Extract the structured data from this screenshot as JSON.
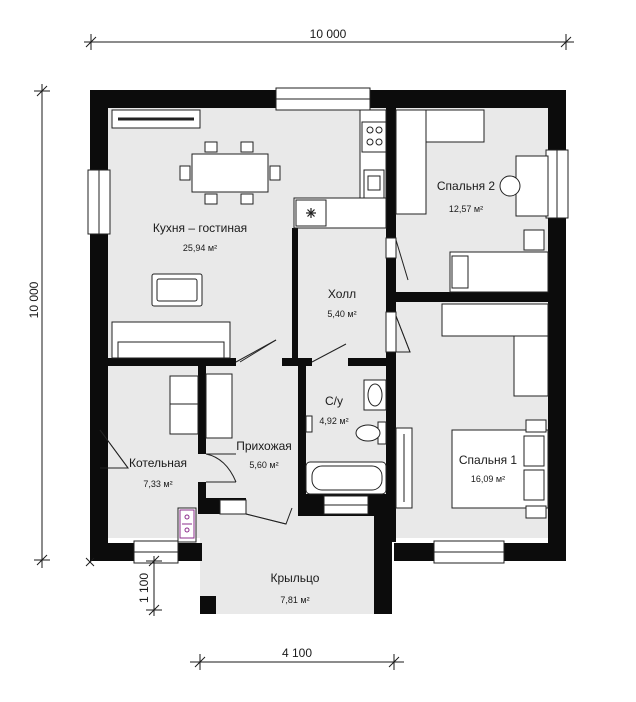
{
  "dimensions": {
    "top_width": "10 000",
    "left_height": "10 000",
    "bottom_width": "4 100",
    "porch_depth": "1 100"
  },
  "rooms": {
    "kitchen": {
      "name": "Кухня – гостиная",
      "area": "25,94 м²"
    },
    "bedroom2": {
      "name": "Спальня 2",
      "area": "12,57 м²"
    },
    "hall": {
      "name": "Холл",
      "area": "5,40 м²"
    },
    "bathroom": {
      "name": "С/у",
      "area": "4,92 м²"
    },
    "entrance": {
      "name": "Прихожая",
      "area": "5,60 м²"
    },
    "boiler": {
      "name": "Котельная",
      "area": "7,33 м²"
    },
    "bedroom1": {
      "name": "Спальня 1",
      "area": "16,09 м²"
    },
    "porch": {
      "name": "Крыльцо",
      "area": "7,81 м²"
    }
  },
  "colors": {
    "wall": "#0c0c0c",
    "floor": "#e9e9e9",
    "furniture": "#ffffff",
    "line": "#222222",
    "hob": "#8e2f8e"
  },
  "icons": {
    "hob": "star-burner-icon",
    "stove": "stove-icon"
  }
}
